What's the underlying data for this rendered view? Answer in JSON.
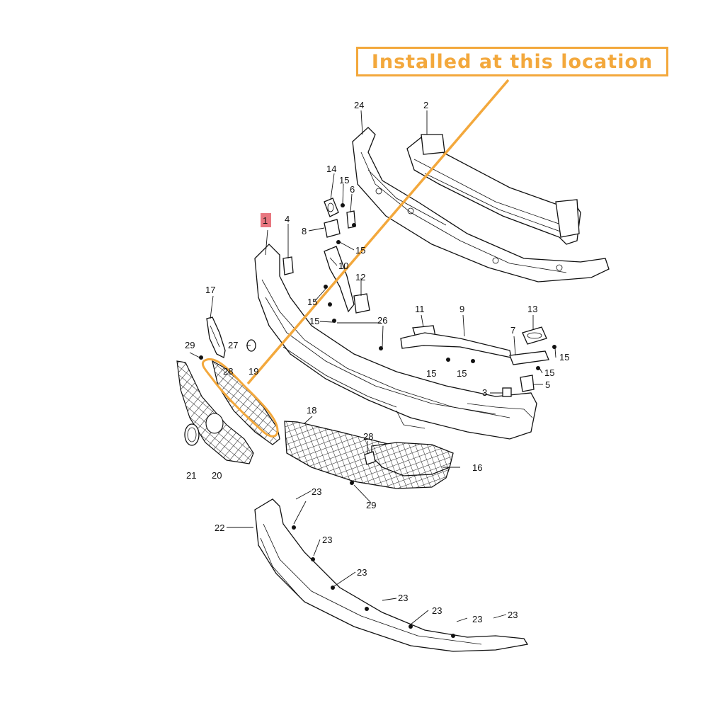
{
  "callout": {
    "text": "Installed at this location",
    "color": "#f3a83c"
  },
  "highlight": {
    "label": "1",
    "color": "#e8767f"
  },
  "labels": {
    "p1": "1",
    "p2": "2",
    "p3": "3",
    "p4": "4",
    "p5": "5",
    "p6": "6",
    "p7": "7",
    "p8": "8",
    "p9": "9",
    "p10": "10",
    "p11": "11",
    "p12": "12",
    "p13": "13",
    "p14": "14",
    "p15": "15",
    "p16": "16",
    "p17": "17",
    "p18": "18",
    "p19": "19",
    "p20": "20",
    "p21": "21",
    "p22": "22",
    "p23": "23",
    "p24": "24",
    "p26": "26",
    "p27": "27",
    "p28": "28",
    "p29": "29"
  },
  "icons": [
    "bumper-cover",
    "reinforcement-bar",
    "grille",
    "spoiler",
    "bracket",
    "screw"
  ]
}
